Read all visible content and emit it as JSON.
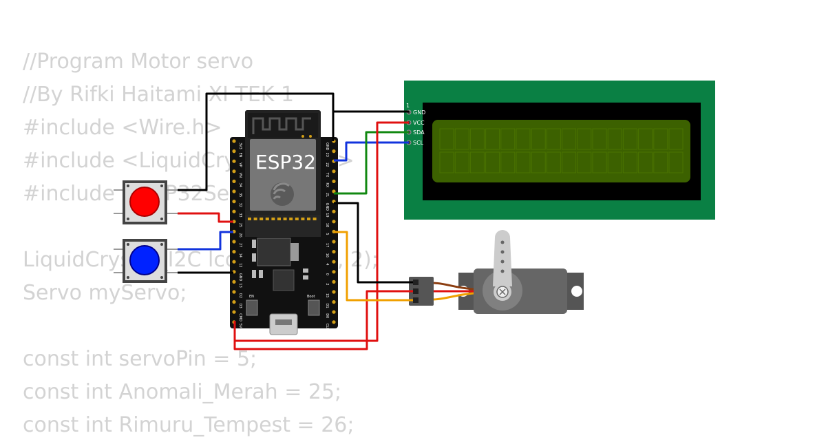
{
  "code_lines": [
    "//Program Motor servo",
    "//By Rifki Haitami XI TEK 1",
    "#include <Wire.h>",
    "#include <LiquidCrystal_I2C.h>",
    "#include <ESP32Servo.h>",
    "",
    "LiquidCrystal_I2C lcd(0x27, 16, 2);",
    "Servo myServo;",
    "",
    "const int servoPin = 5;",
    "const int Anomali_Merah = 25;",
    "const int Rimuru_Tempest = 26;"
  ],
  "esp32": {
    "label": "ESP32",
    "en_label": "EN",
    "boot_label": "Boot",
    "left_pins": [
      "3V3",
      "EN",
      "VP",
      "VN",
      "34",
      "35",
      "32",
      "33",
      "25",
      "26",
      "27",
      "14",
      "12",
      "GND",
      "13",
      "D2",
      "D3",
      "CMD",
      "5V"
    ],
    "right_pins": [
      "GND",
      "23",
      "22",
      "TX",
      "RX",
      "21",
      "GND",
      "19",
      "18",
      "5",
      "17",
      "16",
      "4",
      "0",
      "2",
      "15",
      "D1",
      "D0",
      "CLK"
    ]
  },
  "lcd": {
    "pin_index_label": "1",
    "pins": [
      "GND",
      "VCC",
      "SDA",
      "SCL"
    ]
  },
  "wire_colors": {
    "black": "#000000",
    "red": "#e01010",
    "blue": "#1133dd",
    "green": "#118811",
    "orange": "#f0a000"
  },
  "component_colors": {
    "button_red": "#ff0000",
    "button_blue": "#0022ff",
    "lcd_board": "#0a8044",
    "lcd_screen": "#3c6100",
    "esp32_board": "#111111",
    "servo_body": "#666666"
  }
}
